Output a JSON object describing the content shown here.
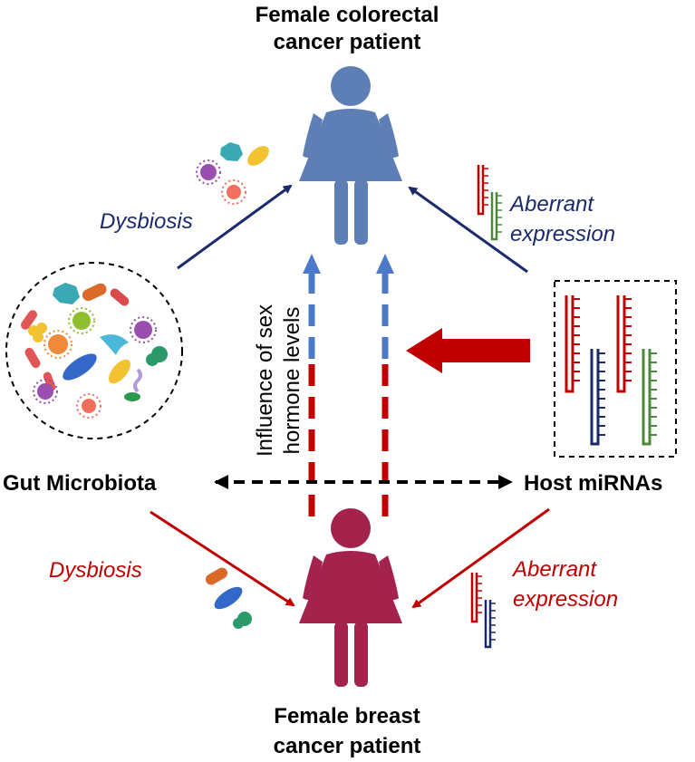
{
  "top_patient": {
    "line1": "Female colorectal",
    "line2": "cancer patient",
    "color": "#5e7fb5"
  },
  "bottom_patient": {
    "line1": "Female breast",
    "line2": "cancer patient",
    "color": "#a3234d"
  },
  "left_node": {
    "label": "Gut Microbiota"
  },
  "right_node": {
    "label": "Host miRNAs"
  },
  "top_left_edge": {
    "label": "Dysbiosis",
    "color": "#1a2a6c"
  },
  "top_right_edge": {
    "line1": "Aberrant",
    "line2": "expression",
    "color": "#1a2a6c"
  },
  "bottom_left_edge": {
    "label": "Dysbiosis",
    "color": "#c00000"
  },
  "bottom_right_edge": {
    "line1": "Aberrant",
    "line2": "expression",
    "color": "#c00000"
  },
  "hormone": {
    "line1": "Influence of sex",
    "line2": "hormone levels"
  },
  "colors": {
    "blue_dash": "#4a7ac8",
    "red_dash": "#c00000",
    "big_arrow": "#c00000"
  }
}
